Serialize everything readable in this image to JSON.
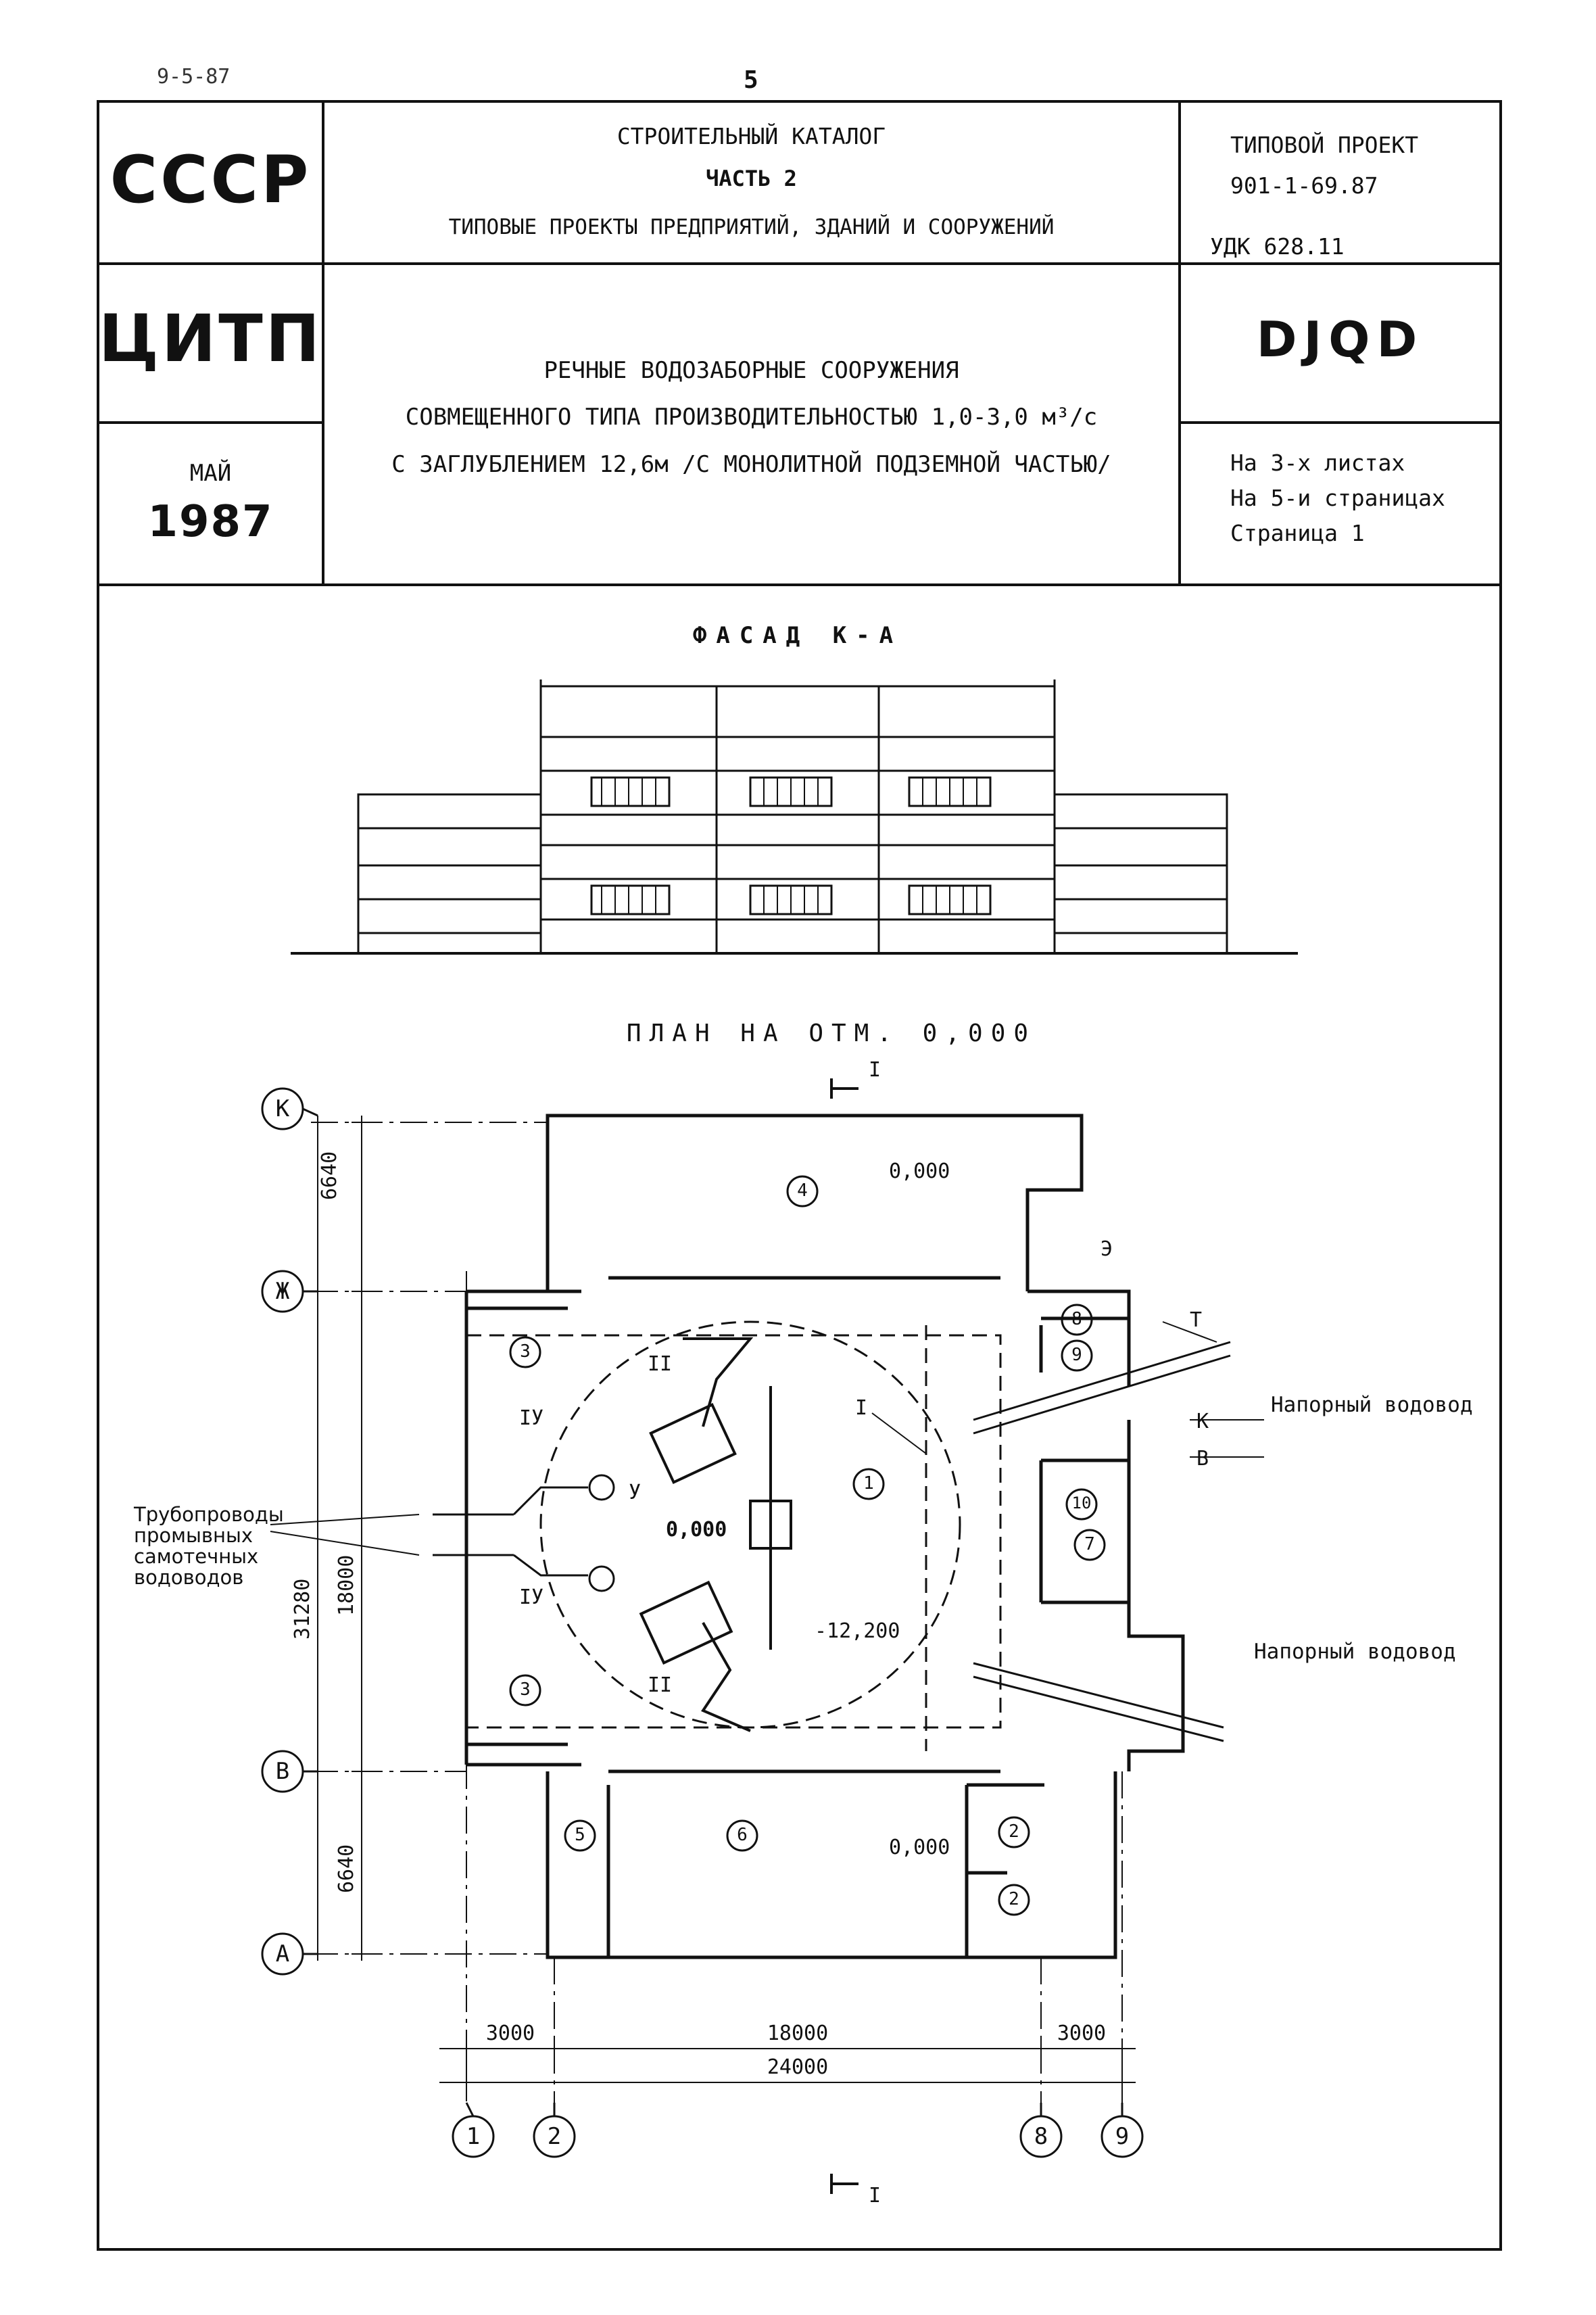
{
  "header": {
    "date": "9-5-87",
    "page_number": "5"
  },
  "stamp": {
    "country": "СССР",
    "org": "ЦИТП",
    "month": "МАЙ",
    "year": "1987",
    "catalog_line1": "СТРОИТЕЛЬНЫЙ КАТАЛОГ",
    "catalog_line2": "ЧАСТЬ 2",
    "catalog_line3": "ТИПОВЫЕ ПРОЕКТЫ ПРЕДПРИЯТИЙ, ЗДАНИЙ И СООРУЖЕНИЙ",
    "project_label": "ТИПОВОЙ ПРОЕКТ",
    "project_number": "901-1-69.87",
    "udk": "УДК 628.11",
    "code": "DJQD",
    "title_line1": "РЕЧНЫЕ ВОДОЗАБОРНЫЕ СООРУЖЕНИЯ",
    "title_line2": "СОВМЕЩЕННОГО ТИПА ПРОИЗВОДИТЕЛЬНОСТЬЮ 1,0-3,0 м³/с",
    "title_line3": "С ЗАГЛУБЛЕНИЕМ 12,6м /С МОНОЛИТНОЙ ПОДЗЕМНОЙ ЧАСТЬЮ/",
    "sheets": "На 3-х листах",
    "pages": "На 5-и страницах",
    "page": "Страница 1"
  },
  "facade": {
    "title": "ФАСАД К-А"
  },
  "plan": {
    "title": "ПЛАН НА ОТМ. 0,000",
    "section_label": "I",
    "axes_rows": [
      "К",
      "Ж",
      "В",
      "А"
    ],
    "axes_cols": [
      "1",
      "2",
      "8",
      "9"
    ],
    "dims_vertical": [
      "6640",
      "18000",
      "6640",
      "31280"
    ],
    "dims_horizontal": [
      "3000",
      "18000",
      "3000",
      "24000"
    ],
    "elevations": [
      "0,000",
      "0,000",
      "-12,200",
      "0,000"
    ],
    "rooms": [
      "1",
      "2",
      "2",
      "3",
      "3",
      "4",
      "5",
      "6",
      "7",
      "8",
      "9",
      "10"
    ],
    "equipment": [
      "I",
      "II",
      "II",
      "IУ",
      "IУ",
      "У"
    ],
    "line_marks": [
      "Э",
      "Т",
      "К",
      "В"
    ],
    "labels": {
      "pressure_pipe_1": "Напорный водовод",
      "pressure_pipe_2": "Напорный водовод",
      "gravity_pipes": [
        "Трубопроводы",
        "промывных",
        "самотечных",
        "водоводов"
      ]
    }
  }
}
